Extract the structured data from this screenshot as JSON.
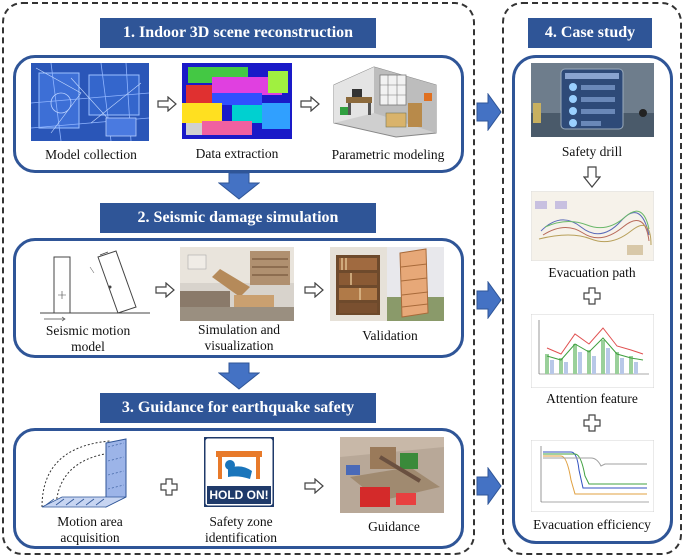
{
  "colors": {
    "primary": "#2f5597",
    "frame": "#333333",
    "arrow": "#4472c4"
  },
  "sections": [
    {
      "title": "1. Indoor 3D scene reconstruction",
      "items": [
        "Model collection",
        "Data extraction",
        "Parametric modeling"
      ]
    },
    {
      "title": "2. Seismic damage simulation",
      "items": [
        "Seismic motion model",
        "Simulation and visualization",
        "Validation"
      ]
    },
    {
      "title": "3. Guidance for earthquake safety",
      "items": [
        "Motion area acquisition",
        "Safety zone identification",
        "Guidance"
      ]
    }
  ],
  "case_study": {
    "title": "4. Case study",
    "items": [
      "Safety drill",
      "Evacuation path",
      "Attention feature",
      "Evacuation efficiency"
    ]
  },
  "sign_text": "HOLD ON!"
}
